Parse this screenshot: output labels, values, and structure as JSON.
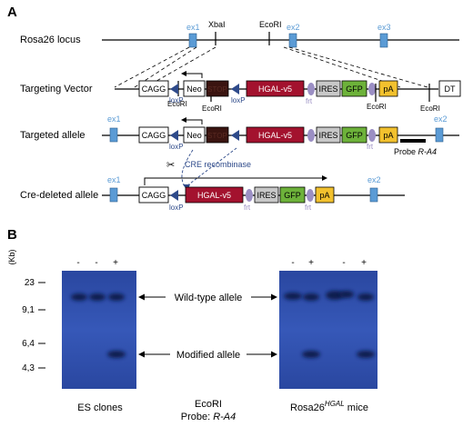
{
  "panel_a": {
    "letter": "A",
    "rows": {
      "rosa26": "Rosa26 locus",
      "vector": "Targeting Vector",
      "targeted": "Targeted allele",
      "cre": "Cre-deleted allele"
    },
    "sites": {
      "xbal": "XbaI",
      "ecori": "EcoRI",
      "loxp": "loxP",
      "frt": "frt"
    },
    "exons": {
      "ex1": "ex1",
      "ex2": "ex2",
      "ex3": "ex3"
    },
    "boxes": {
      "cagg": "CAGG",
      "neo": "Neo",
      "stop": "STOP",
      "hgal": "HGAL-v5",
      "ires": "IRES",
      "gfp": "GFP",
      "pa": "pA",
      "dt": "DT"
    },
    "cre_label": "CRE recombinase",
    "probe_prefix": "Probe ",
    "probe_name": "R-A4"
  },
  "panel_b": {
    "letter": "B",
    "y_unit": "(Kb)",
    "size_markers": [
      "23",
      "9,1",
      "6,4",
      "4,3"
    ],
    "lane_signs_left": [
      "-",
      "-",
      "+"
    ],
    "lane_signs_right": [
      "-",
      "+",
      "-",
      "+"
    ],
    "band_labels": {
      "wild": "Wild-type allele",
      "modified": "Modified allele"
    },
    "left_caption": "ES clones",
    "center_caption_1": "EcoRI",
    "center_caption_2_prefix": "Probe: ",
    "center_caption_2_italic": "R-A4",
    "right_caption_base": "Rosa26",
    "right_caption_sup": "HGAL",
    "right_caption_tail": " mice"
  },
  "colors": {
    "exon": "#5b9bd5",
    "stop": "#3a1410",
    "hgal": "#a3122e",
    "ires": "#c8c8c8",
    "gfp": "#6db23a",
    "pa": "#f2c12e",
    "frt": "#9b8fc4",
    "loxp": "#2e4a8a",
    "blot": "#2f4ea8"
  }
}
